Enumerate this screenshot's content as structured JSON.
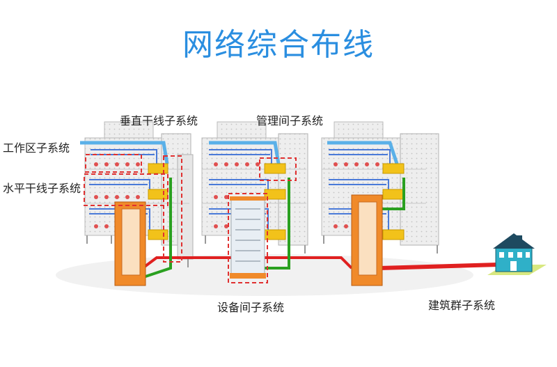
{
  "title": "网络综合布线",
  "labels": {
    "vertical_backbone": "垂直干线子系统",
    "admin": "管理间子系统",
    "work_area": "工作区子系统",
    "horizontal": "水平干线子系统",
    "equipment_room": "设备间子系统",
    "building_complex": "建筑群子系统"
  },
  "colors": {
    "title": "#2a8ee0",
    "backbone_red": "#e02020",
    "riser_green": "#2aa020",
    "cabinet_orange": "#f08a2a",
    "patch_yellow": "#f2c21a",
    "cable_blue": "#4a7ad8",
    "highlight_dash": "#e03030",
    "house": "#2fb0c8"
  }
}
